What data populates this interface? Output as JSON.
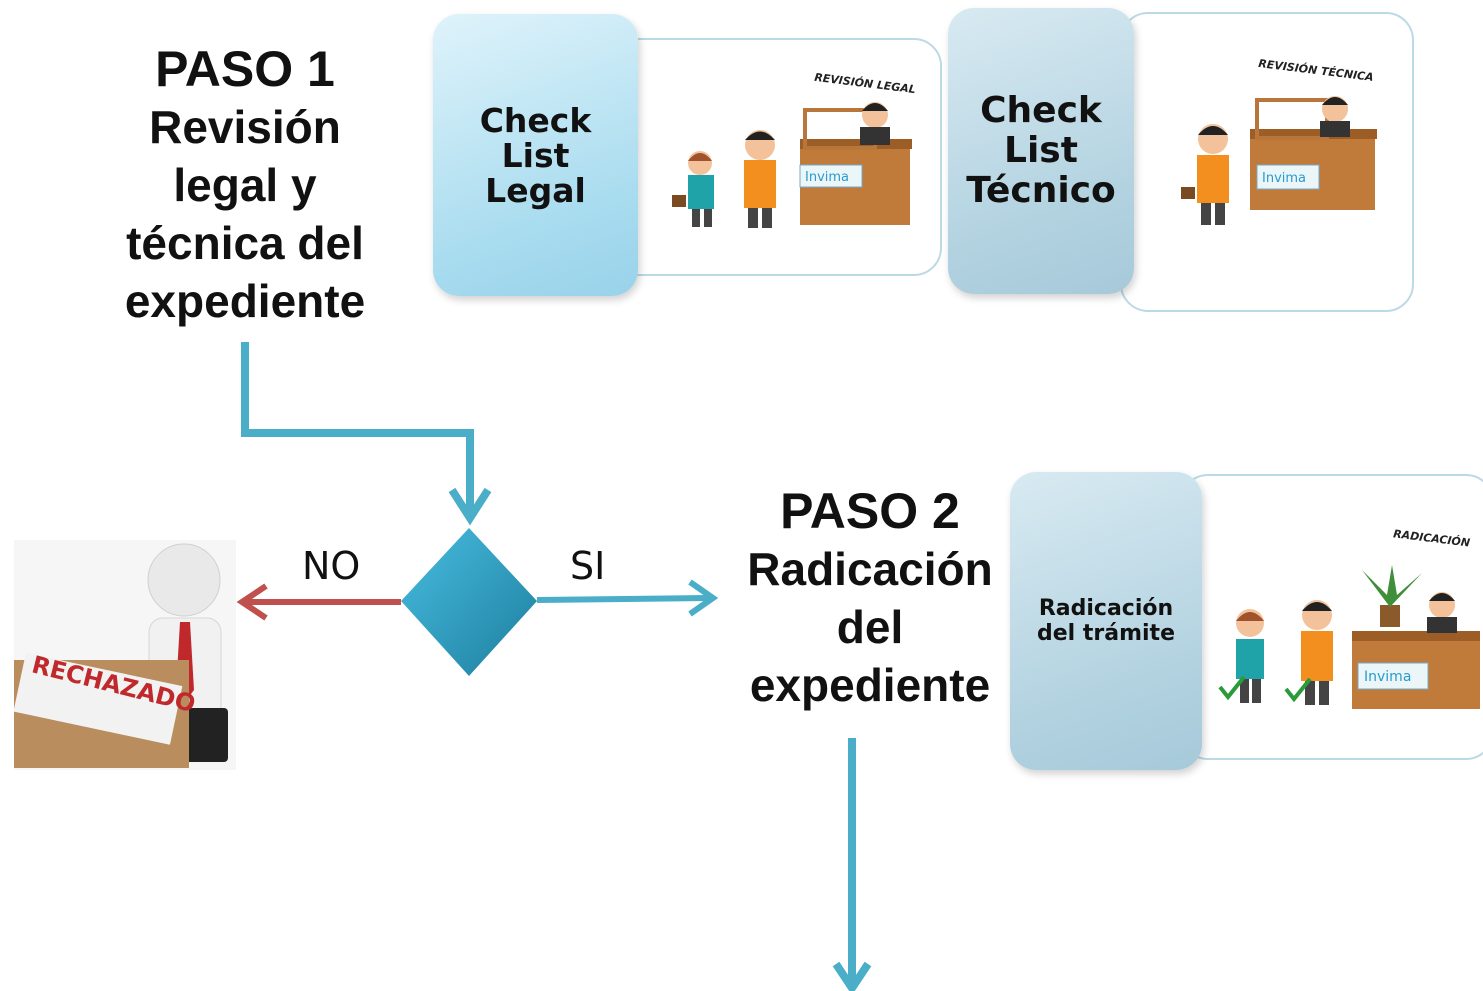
{
  "step1": {
    "title": "PASO 1",
    "lines": [
      "Revisión",
      "legal y",
      "técnica del",
      "expediente"
    ]
  },
  "step2": {
    "title": "PASO 2",
    "lines": [
      "Radicación",
      "del",
      "expediente"
    ]
  },
  "legal_card": {
    "tab_lines": [
      "Check",
      "List",
      "Legal"
    ],
    "scene_label": "REVISIÓN LEGAL",
    "logo": "Invima"
  },
  "tecnico_card": {
    "tab_lines": [
      "Check",
      "List",
      "Técnico"
    ],
    "scene_label": "REVISIÓN TÉCNICA",
    "logo": "Invima"
  },
  "radicacion_card": {
    "tab_lines": [
      "Radicación",
      "del trámite"
    ],
    "scene_label": "RADICACIÓN",
    "logo": "Invima"
  },
  "decision": {
    "no_label": "NO",
    "si_label": "SI"
  },
  "rejected": {
    "stamp": "RECHAZADO"
  },
  "colors": {
    "arrow_blue": "#4aaec8",
    "arrow_red": "#c0504d",
    "diamond": "#2f9ec0"
  }
}
